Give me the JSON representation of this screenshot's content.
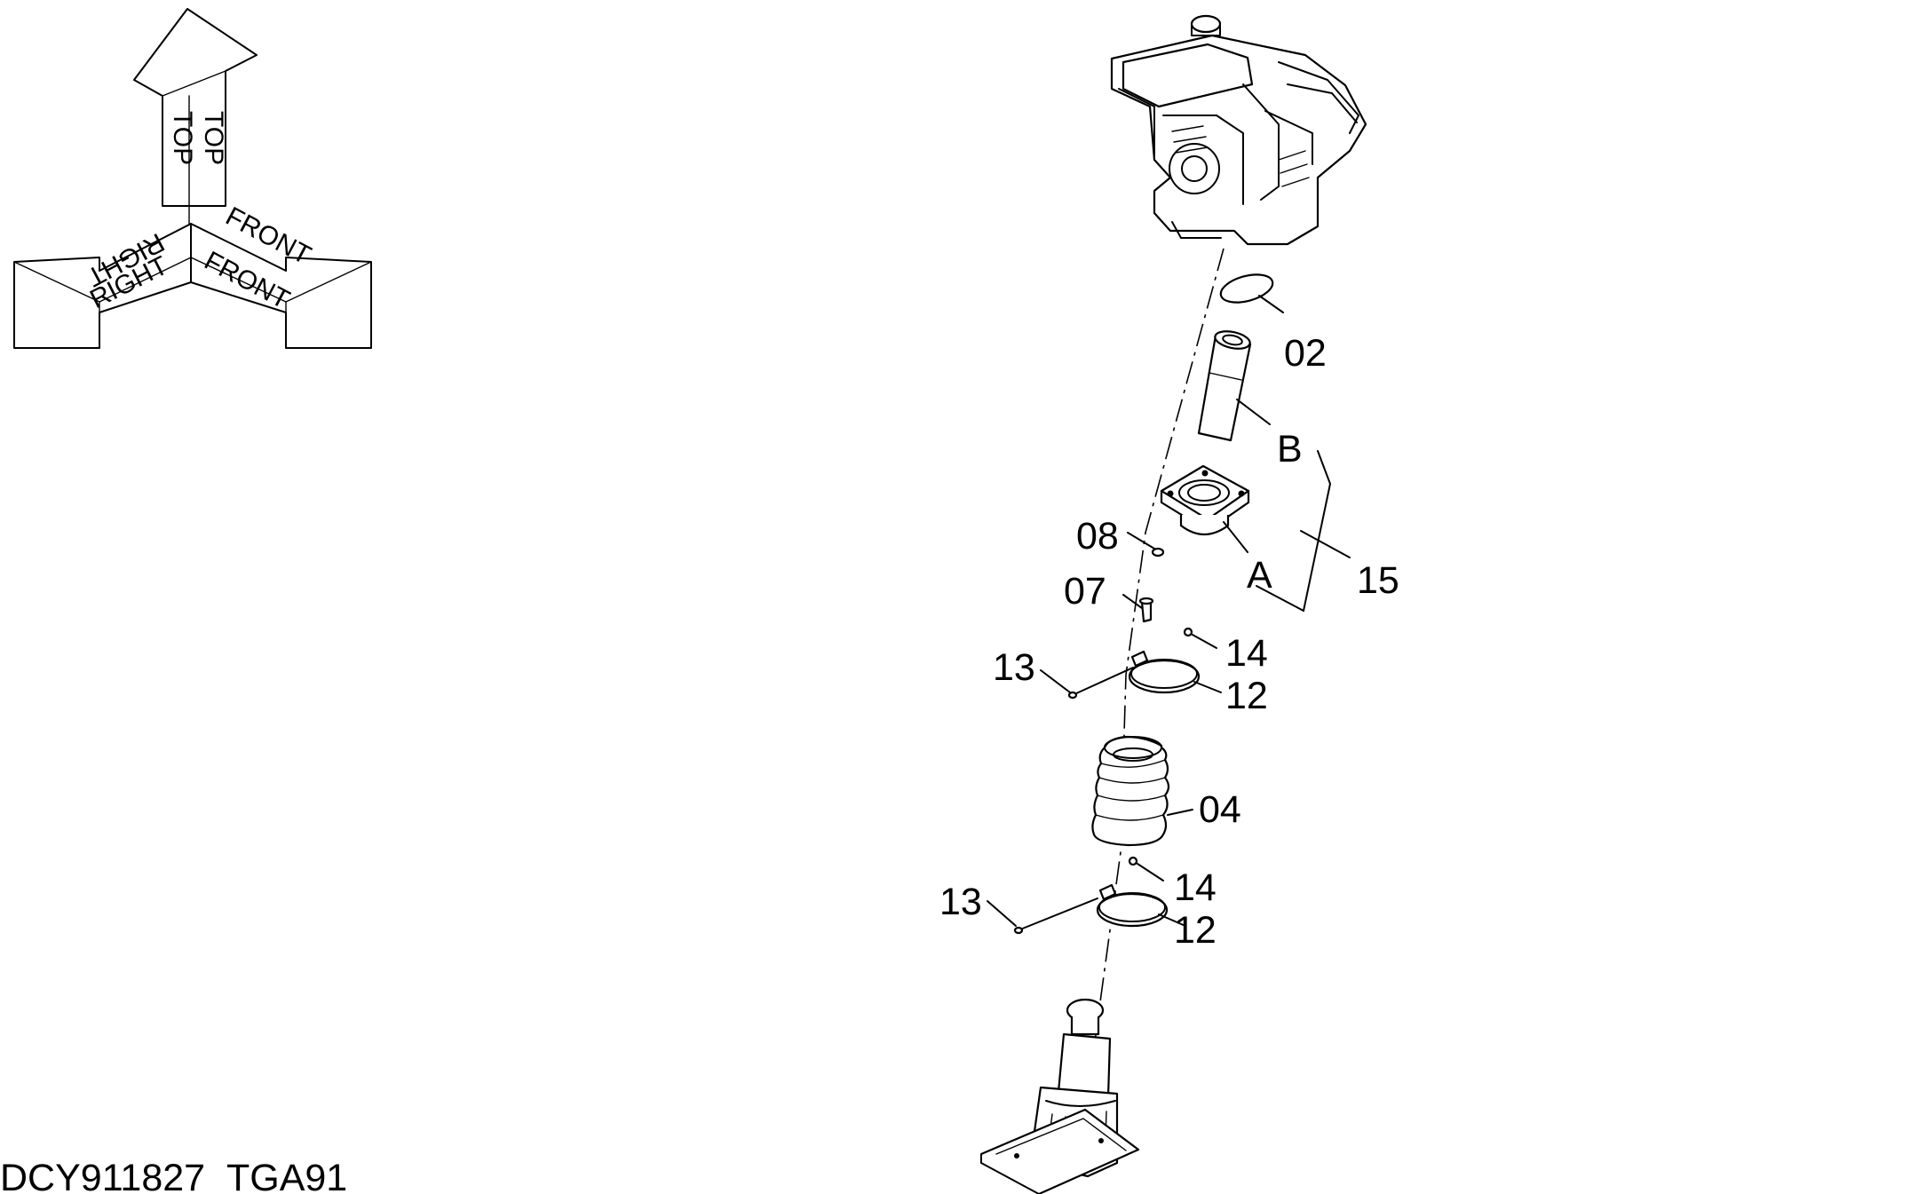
{
  "drawing": {
    "reference_code": "DCY911827_TGA91",
    "orientation": {
      "top": "TOP",
      "right": "RIGHT",
      "front": "FRONT"
    },
    "callouts": {
      "c02": "02",
      "cB": "B",
      "c15": "15",
      "c08": "08",
      "cA": "A",
      "c07": "07",
      "c14a": "14",
      "c13a": "13",
      "c12a": "12",
      "c04": "04",
      "c14b": "14",
      "c13b": "13",
      "c12b": "12"
    }
  }
}
